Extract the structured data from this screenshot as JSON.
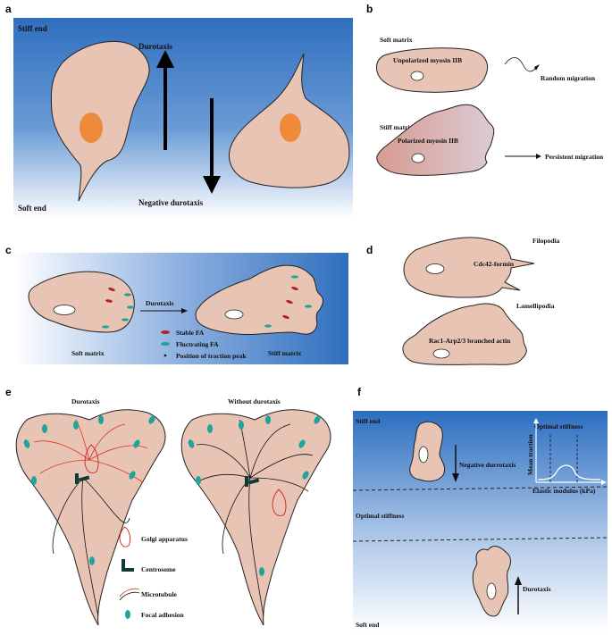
{
  "panels": {
    "a": {
      "letter": "a",
      "stiff_end": "Stiff end",
      "soft_end": "Soft end",
      "durotaxis": "Durotaxis",
      "negative_durotaxis": "Negative durotaxis"
    },
    "b": {
      "letter": "b",
      "soft_matrix": "Soft matrix",
      "unpolarized": "Unpolarized myosin IIB",
      "random_migration": "Random migration",
      "stiff_matrix": "Stiff matrix",
      "polarized": "Polarized myosin IIB",
      "persistent_migration": "Persistent migration"
    },
    "c": {
      "letter": "c",
      "durotaxis": "Durotaxis",
      "stable_fa": "Stable FA",
      "fluctuating_fa": "Fluctrating FA",
      "traction_peak": "Position of traction peak",
      "soft_matrix": "Soft matrix",
      "stiff_matrix": "Stiff matrix"
    },
    "d": {
      "letter": "d",
      "filopodia": "Filopodia",
      "cdc42": "Cdc42-formin",
      "lamellipodia": "Lamellipodia",
      "rac1": "Rac1-Arp2/3 branched actin"
    },
    "e": {
      "letter": "e",
      "durotaxis": "Durotaxis",
      "without": "Without durotaxis",
      "golgi": "Golgi apparatus",
      "centrosome": "Centrosome",
      "microtubule": "Microtubule",
      "focal_adhesion": "Focal adhesion"
    },
    "f": {
      "letter": "f",
      "stiff_end": "Stiff end",
      "soft_end": "Soft end",
      "optimal_stiffness_title": "Optimal stiffness",
      "y_axis": "Mean traction",
      "x_axis": "Elastic modulus (kPa)",
      "negative_durotaxis": "Negative durrotaxis",
      "optimal_stiffness_zone": "Optimal stiffness",
      "durotaxis": "Durotaxis"
    }
  },
  "colors": {
    "blue": "#2f73c0",
    "cell": "#e8c4b4",
    "nucleus": "#ef8a3a",
    "fa_stable": "#b3202a",
    "fa_fluct": "#1fa39a",
    "centrosome": "#123a36",
    "microtubule_red": "#e03020"
  }
}
